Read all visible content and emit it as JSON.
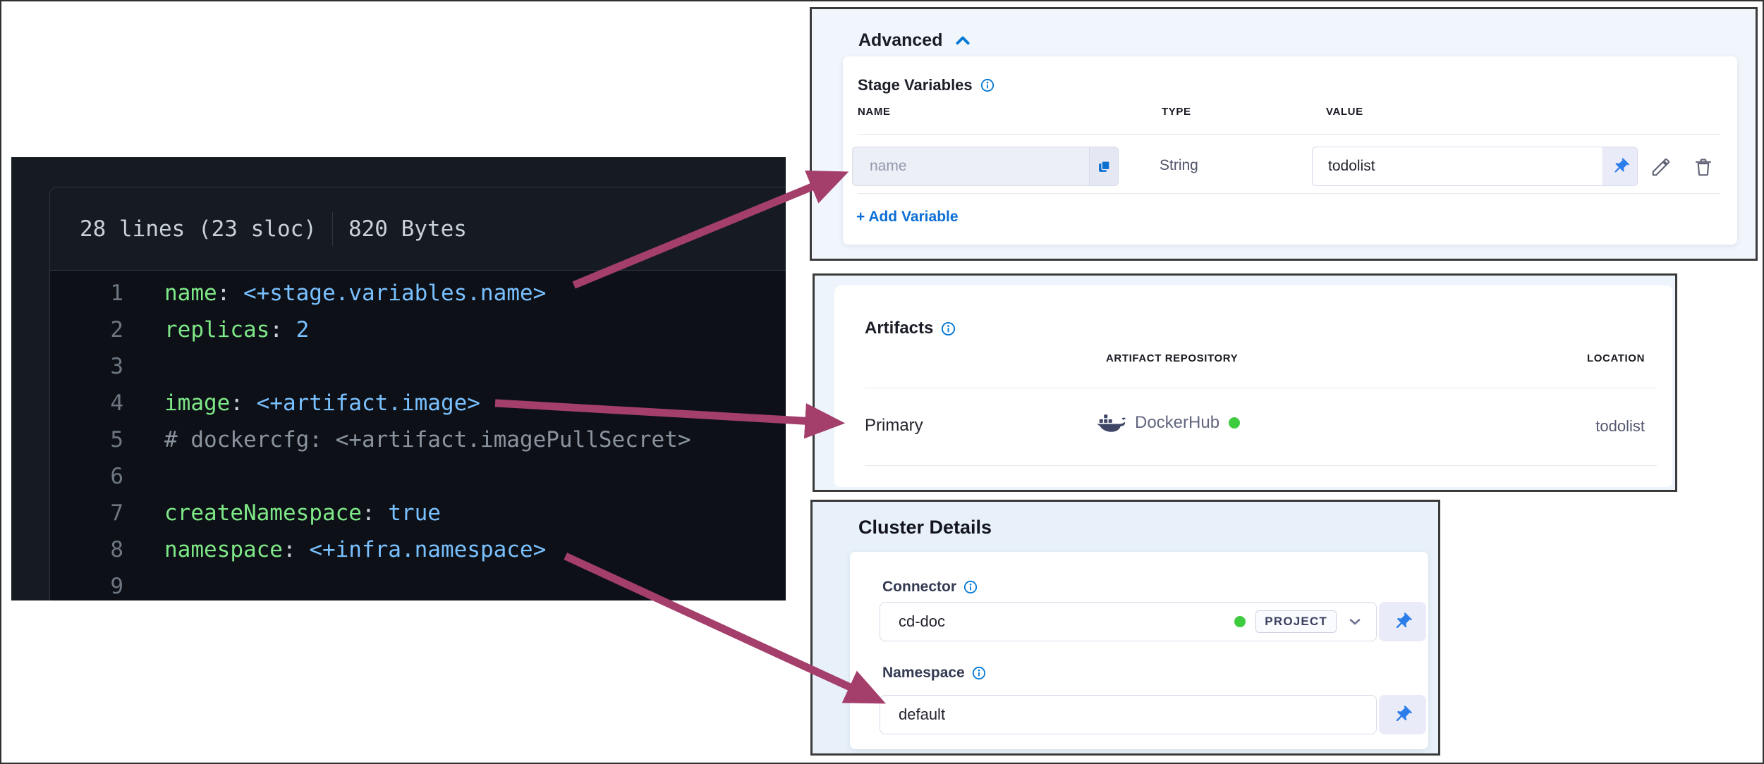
{
  "code_viewer": {
    "meta": {
      "lines": "28 lines (23 sloc)",
      "size": "820 Bytes"
    },
    "lines": [
      {
        "num": "1",
        "key": "name",
        "sep": ": ",
        "value": "<+stage.variables.name>",
        "comment": ""
      },
      {
        "num": "2",
        "key": "replicas",
        "sep": ": ",
        "value": "2",
        "comment": ""
      },
      {
        "num": "3",
        "key": "",
        "sep": "",
        "value": "",
        "comment": ""
      },
      {
        "num": "4",
        "key": "image",
        "sep": ": ",
        "value": "<+artifact.image>",
        "comment": ""
      },
      {
        "num": "5",
        "key": "",
        "sep": "",
        "value": "",
        "comment": "# dockercfg: <+artifact.imagePullSecret>"
      },
      {
        "num": "6",
        "key": "",
        "sep": "",
        "value": "",
        "comment": ""
      },
      {
        "num": "7",
        "key": "createNamespace",
        "sep": ": ",
        "value": "true",
        "comment": ""
      },
      {
        "num": "8",
        "key": "namespace",
        "sep": ": ",
        "value": "<+infra.namespace>",
        "comment": ""
      },
      {
        "num": "9",
        "key": "",
        "sep": "",
        "value": "",
        "comment": ""
      }
    ]
  },
  "advanced": {
    "title": "Advanced",
    "section_title": "Stage Variables",
    "columns": {
      "name": "NAME",
      "type": "TYPE",
      "value": "VALUE"
    },
    "row": {
      "name_placeholder": "name",
      "type": "String",
      "value": "todolist"
    },
    "add_link": "+ Add Variable"
  },
  "artifacts": {
    "title": "Artifacts",
    "columns": {
      "repository": "ARTIFACT REPOSITORY",
      "location": "LOCATION"
    },
    "row": {
      "label": "Primary",
      "repository": "DockerHub",
      "location": "todolist"
    }
  },
  "cluster": {
    "title": "Cluster Details",
    "connector_label": "Connector",
    "connector_value": "cd-doc",
    "connector_scope": "PROJECT",
    "namespace_label": "Namespace",
    "namespace_value": "default"
  },
  "icons": {
    "info": "circle-i",
    "collapse": "chevron-up",
    "copy": "copy",
    "pin": "pushpin",
    "edit": "pencil",
    "delete": "trash",
    "dropdown": "chevron-down",
    "repository": "docker-whale",
    "status": "green-dot"
  },
  "colors": {
    "accent_blue": "#0278d5",
    "arrow": "#a43f6b",
    "status_green": "#3ecb3e",
    "code_key_green": "#7ee787",
    "code_value_blue": "#79c0ff"
  }
}
